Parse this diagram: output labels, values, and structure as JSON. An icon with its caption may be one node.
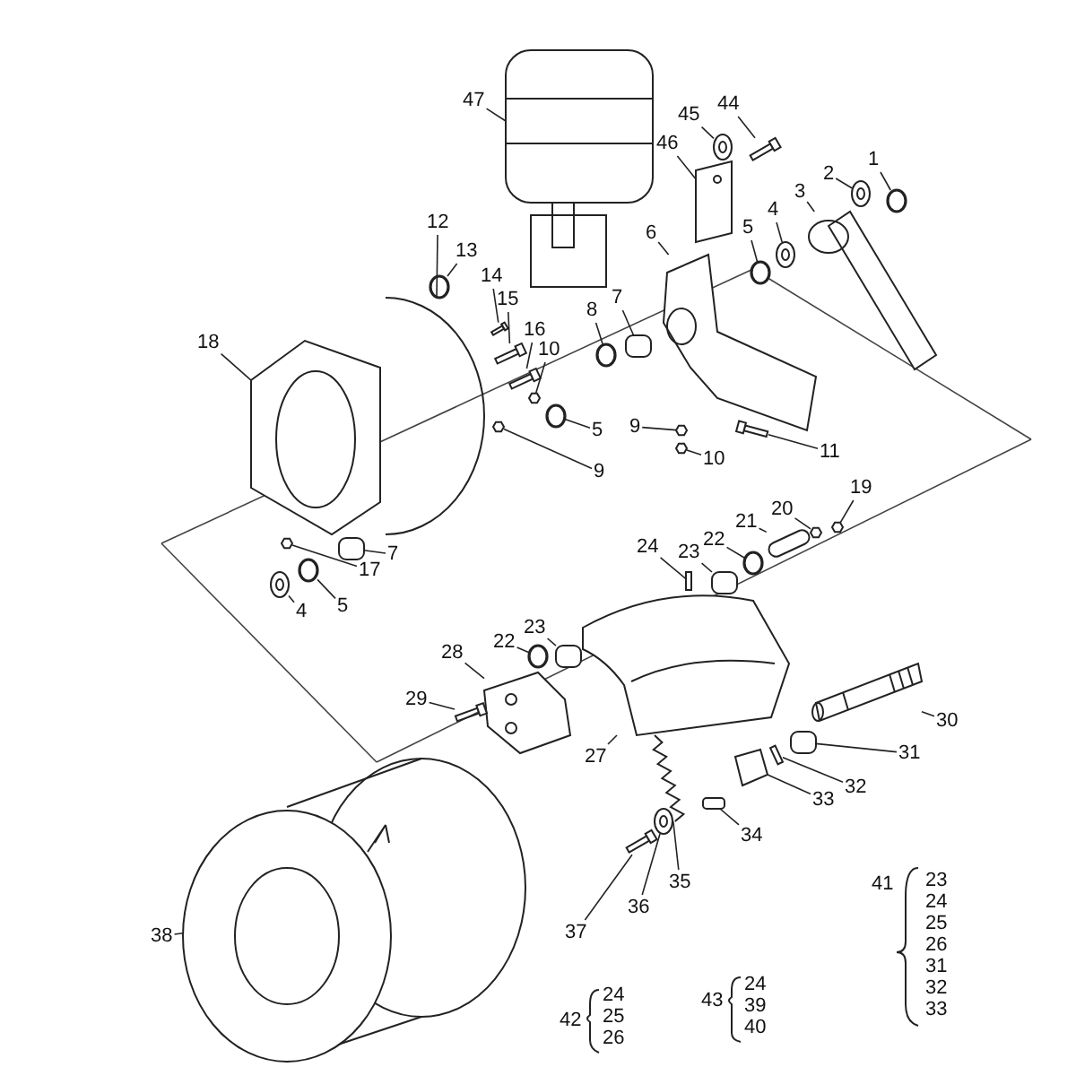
{
  "diagram": {
    "nodes": [
      {
        "text": [
          "47"
        ]
      },
      {
        "text": [
          "44"
        ]
      },
      {
        "text": [
          "45"
        ]
      },
      {
        "text": [
          "46"
        ]
      },
      {
        "text": [
          "1"
        ]
      },
      {
        "text": [
          "2"
        ]
      },
      {
        "text": [
          "3"
        ]
      },
      {
        "text": [
          "4"
        ]
      },
      {
        "text": [
          "5"
        ]
      },
      {
        "text": [
          "6"
        ]
      },
      {
        "text": [
          "12"
        ]
      },
      {
        "text": [
          "13"
        ]
      },
      {
        "text": [
          "14"
        ]
      },
      {
        "text": [
          "15"
        ]
      },
      {
        "text": [
          "16"
        ]
      },
      {
        "text": [
          "10"
        ]
      },
      {
        "text": [
          "8"
        ]
      },
      {
        "text": [
          "7"
        ]
      },
      {
        "text": [
          "18"
        ]
      },
      {
        "text": [
          "5"
        ]
      },
      {
        "text": [
          "9"
        ]
      },
      {
        "text": [
          "9"
        ]
      },
      {
        "text": [
          "10"
        ]
      },
      {
        "text": [
          "11"
        ]
      },
      {
        "text": [
          "17"
        ]
      },
      {
        "text": [
          "7"
        ]
      },
      {
        "text": [
          "5"
        ]
      },
      {
        "text": [
          "4"
        ]
      },
      {
        "text": [
          "24"
        ]
      },
      {
        "text": [
          "23"
        ]
      },
      {
        "text": [
          "22"
        ]
      },
      {
        "text": [
          "21"
        ]
      },
      {
        "text": [
          "20"
        ]
      },
      {
        "text": [
          "19"
        ]
      },
      {
        "text": [
          "23"
        ]
      },
      {
        "text": [
          "22"
        ]
      },
      {
        "text": [
          "28"
        ]
      },
      {
        "text": [
          "29"
        ]
      },
      {
        "text": [
          "27"
        ]
      },
      {
        "text": [
          "30"
        ]
      },
      {
        "text": [
          "31"
        ]
      },
      {
        "text": [
          "32"
        ]
      },
      {
        "text": [
          "33"
        ]
      },
      {
        "text": [
          "34"
        ]
      },
      {
        "text": [
          "35"
        ]
      },
      {
        "text": [
          "36"
        ]
      },
      {
        "text": [
          "37"
        ]
      },
      {
        "text": [
          "38"
        ]
      },
      {
        "text": [],
        "shape": "picture"
      },
      {
        "text": [],
        "shape": "box"
      },
      {
        "text": [],
        "shape": "circle"
      },
      {
        "text": [],
        "shape": "box"
      },
      {
        "text": [],
        "shape": "circle"
      },
      {
        "text": [],
        "shape": "circle"
      },
      {
        "text": [],
        "shape": "picture"
      },
      {
        "text": [],
        "shape": "circle"
      },
      {
        "text": [],
        "shape": "circle"
      },
      {
        "text": [],
        "shape": "picture"
      },
      {
        "text": [],
        "shape": "picture"
      },
      {
        "text": [],
        "shape": "circle"
      },
      {
        "text": [],
        "shape": "box"
      },
      {
        "text": [],
        "shape": "box"
      },
      {
        "text": [],
        "shape": "box"
      },
      {
        "text": [],
        "shape": "box"
      },
      {
        "text": [],
        "shape": "circle"
      },
      {
        "text": [],
        "shape": "box"
      },
      {
        "text": [],
        "shape": "picture"
      },
      {
        "text": [],
        "shape": "circle"
      },
      {
        "text": [],
        "shape": "box"
      },
      {
        "text": [],
        "shape": "box"
      },
      {
        "text": [],
        "shape": "box"
      },
      {
        "text": [],
        "shape": "box"
      },
      {
        "text": [],
        "shape": "box"
      },
      {
        "text": [],
        "shape": "box"
      },
      {
        "text": [],
        "shape": "circle"
      },
      {
        "text": [],
        "shape": "circle"
      },
      {
        "text": [],
        "shape": "box"
      },
      {
        "text": [],
        "shape": "box"
      },
      {
        "text": [],
        "shape": "circle"
      },
      {
        "text": [],
        "shape": "box"
      },
      {
        "text": [],
        "shape": "box"
      },
      {
        "text": [],
        "shape": "box"
      },
      {
        "text": [],
        "shape": "box"
      },
      {
        "text": [],
        "shape": "circle"
      },
      {
        "text": [],
        "shape": "picture"
      },
      {
        "text": [],
        "shape": "box"
      },
      {
        "text": [],
        "shape": "picture"
      },
      {
        "text": [],
        "shape": "picture"
      },
      {
        "text": [],
        "shape": "box"
      },
      {
        "text": [],
        "shape": "box"
      },
      {
        "text": [],
        "shape": "box"
      },
      {
        "text": [],
        "shape": "box"
      },
      {
        "text": [],
        "shape": "picture"
      },
      {
        "text": [],
        "shape": "circle"
      },
      {
        "text": [],
        "shape": "box"
      },
      {
        "text": [],
        "shape": "picture"
      }
    ],
    "edges": [
      {
        "from": 0,
        "to": 48,
        "arrow": "none"
      },
      {
        "from": 1,
        "to": 49,
        "arrow": "none"
      },
      {
        "from": 2,
        "to": 50,
        "arrow": "none"
      },
      {
        "from": 3,
        "to": 51,
        "arrow": "none"
      },
      {
        "from": 4,
        "to": 52,
        "arrow": "none"
      },
      {
        "from": 5,
        "to": 53,
        "arrow": "none"
      },
      {
        "from": 6,
        "to": 54,
        "arrow": "none"
      },
      {
        "from": 7,
        "to": 55,
        "arrow": "none"
      },
      {
        "from": 8,
        "to": 56,
        "arrow": "none"
      },
      {
        "from": 9,
        "to": 57,
        "arrow": "none"
      },
      {
        "from": 10,
        "to": 58,
        "arrow": "none"
      },
      {
        "from": 11,
        "to": 59,
        "arrow": "none"
      },
      {
        "from": 12,
        "to": 60,
        "arrow": "none"
      },
      {
        "from": 13,
        "to": 61,
        "arrow": "none"
      },
      {
        "from": 14,
        "to": 62,
        "arrow": "none"
      },
      {
        "from": 15,
        "to": 63,
        "arrow": "none"
      },
      {
        "from": 16,
        "to": 64,
        "arrow": "none"
      },
      {
        "from": 17,
        "to": 65,
        "arrow": "none"
      },
      {
        "from": 18,
        "to": 66,
        "arrow": "none"
      },
      {
        "from": 19,
        "to": 67,
        "arrow": "none"
      },
      {
        "from": 20,
        "to": 68,
        "arrow": "none"
      },
      {
        "from": 21,
        "to": 69,
        "arrow": "none"
      },
      {
        "from": 22,
        "to": 70,
        "arrow": "none"
      },
      {
        "from": 23,
        "to": 71,
        "arrow": "none"
      },
      {
        "from": 24,
        "to": 72,
        "arrow": "none"
      },
      {
        "from": 25,
        "to": 73,
        "arrow": "none"
      },
      {
        "from": 26,
        "to": 74,
        "arrow": "none"
      },
      {
        "from": 27,
        "to": 75,
        "arrow": "none"
      },
      {
        "from": 28,
        "to": 76,
        "arrow": "none"
      },
      {
        "from": 29,
        "to": 77,
        "arrow": "none"
      },
      {
        "from": 30,
        "to": 78,
        "arrow": "none"
      },
      {
        "from": 31,
        "to": 79,
        "arrow": "none"
      },
      {
        "from": 32,
        "to": 80,
        "arrow": "none"
      },
      {
        "from": 33,
        "to": 81,
        "arrow": "none"
      },
      {
        "from": 34,
        "to": 82,
        "arrow": "none"
      },
      {
        "from": 35,
        "to": 83,
        "arrow": "none"
      },
      {
        "from": 36,
        "to": 84,
        "arrow": "none"
      },
      {
        "from": 37,
        "to": 85,
        "arrow": "none"
      },
      {
        "from": 38,
        "to": 86,
        "arrow": "none"
      },
      {
        "from": 39,
        "to": 87,
        "arrow": "none"
      },
      {
        "from": 40,
        "to": 88,
        "arrow": "none"
      },
      {
        "from": 41,
        "to": 89,
        "arrow": "none"
      },
      {
        "from": 42,
        "to": 90,
        "arrow": "none"
      },
      {
        "from": 43,
        "to": 91,
        "arrow": "none"
      },
      {
        "from": 44,
        "to": 92,
        "arrow": "none"
      },
      {
        "from": 45,
        "to": 93,
        "arrow": "none"
      },
      {
        "from": 46,
        "to": 94,
        "arrow": "none"
      },
      {
        "from": 47,
        "to": 95,
        "arrow": "none"
      }
    ],
    "labels": [
      "41",
      "23",
      "24",
      "25",
      "26",
      "31",
      "32",
      "33",
      "42",
      "24",
      "25",
      "26",
      "43",
      "24",
      "39",
      "40"
    ]
  }
}
